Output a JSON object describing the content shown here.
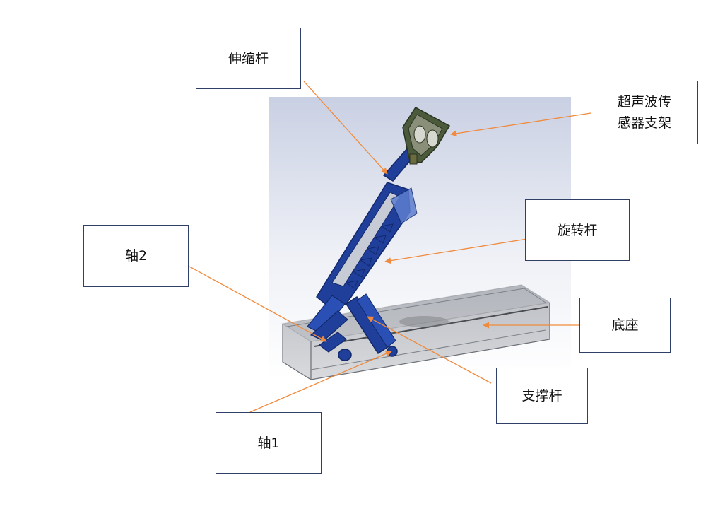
{
  "labels": {
    "telescopic_rod": "伸缩杆",
    "ultrasonic_bracket_line1": "超声波传",
    "ultrasonic_bracket_line2": "感器支架",
    "rotating_rod": "旋转杆",
    "shaft2": "轴2",
    "base": "底座",
    "support_rod": "支撑杆",
    "shaft1": "轴1"
  },
  "colors": {
    "leader_line": "#f08a3c",
    "box_border": "#2f3f66",
    "part_blue": "#1f3f9a",
    "part_blue_dark": "#12286a",
    "base_glass": "#9aa0a8"
  }
}
